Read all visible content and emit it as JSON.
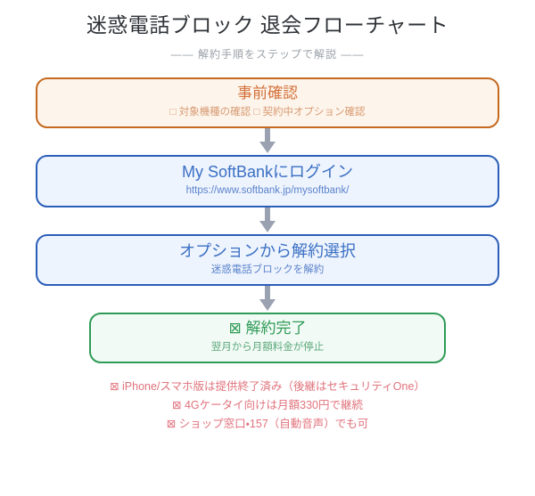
{
  "header": {
    "title": "迷惑電話ブロック 退会フローチャート",
    "subtitle": "—— 解約手順をステップで解説 ——"
  },
  "colors": {
    "title_text": "#2f3338",
    "subtitle_text": "#9ba1a8",
    "orange_border": "#c4691e",
    "orange_fill": "#fdf5ec",
    "orange_text": "#d4713a",
    "blue_border": "#2b5eb8",
    "blue_fill": "#eef4fd",
    "blue_text": "#3a6fc4",
    "green_border": "#2e9b57",
    "green_fill": "#f2faf5",
    "green_text": "#2e9b57",
    "arrow": "#9aa2b1",
    "note_text": "#e0737d"
  },
  "flow": {
    "steps": [
      {
        "id": "precheck",
        "title": "事前確認",
        "subtitle": "□ 対象機種の確認 □ 契約中オプション確認",
        "theme": "orange"
      },
      {
        "id": "login",
        "title": "My SoftBankにログイン",
        "subtitle": "https://www.softbank.jp/mysoftbank/",
        "theme": "blue"
      },
      {
        "id": "select-cancel",
        "title": "オプションから解約選択",
        "subtitle": "迷惑電話ブロックを解約",
        "theme": "blue"
      },
      {
        "id": "done",
        "title": "⊠ 解約完了",
        "subtitle": "翌月から月額料金が停止",
        "theme": "green"
      }
    ],
    "arrow_icon": "down-arrow-icon"
  },
  "notes": {
    "lines": [
      "⊠ iPhone/スマホ版は提供終了済み（後継はセキュリティOne）",
      "⊠ 4Gケータイ向けは月額330円で継続",
      "⊠ ショップ窓口・157（自動音声）でも可"
    ]
  }
}
